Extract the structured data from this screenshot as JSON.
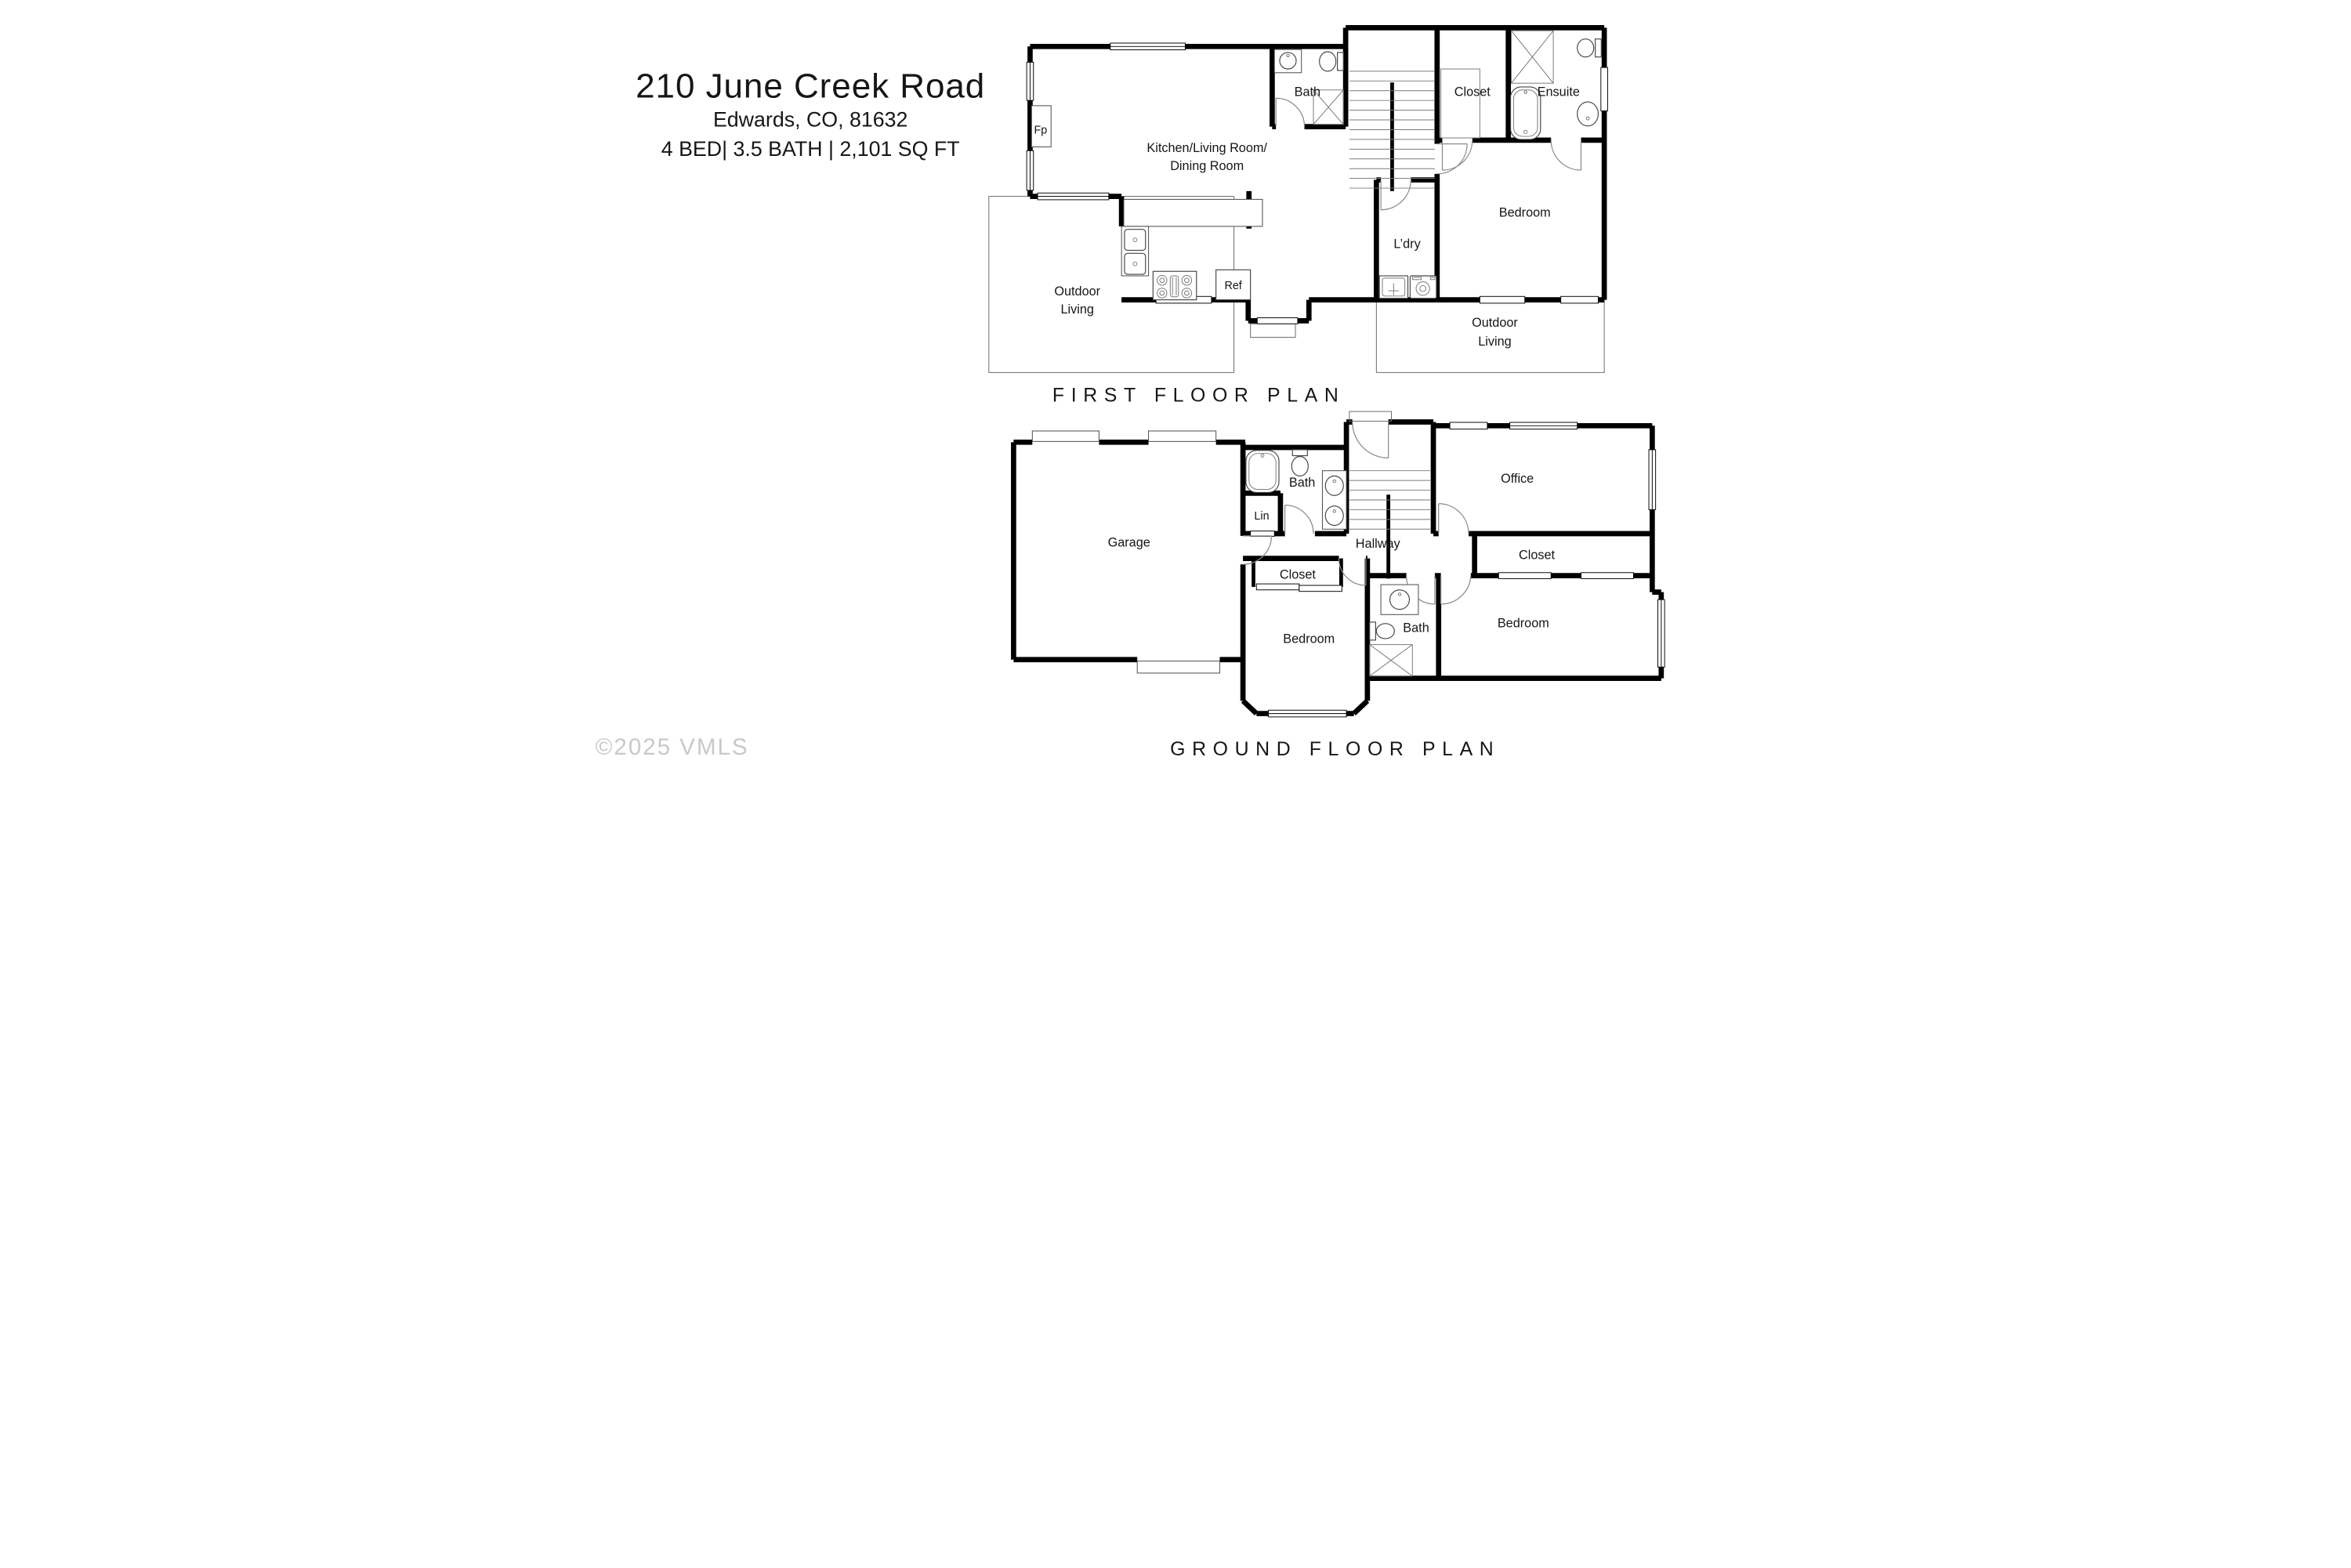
{
  "header": {
    "address": "210 June Creek Road",
    "city_line": "Edwards, CO, 81632",
    "specs_line": "4 BED| 3.5 BATH | 2,101 SQ FT"
  },
  "first_floor": {
    "caption": "FIRST FLOOR PLAN",
    "labels": {
      "bath": "Bath",
      "closet": "Closet",
      "ensuite": "Ensuite",
      "kitchen_line1": "Kitchen/Living Room/",
      "kitchen_line2": "Dining Room",
      "fireplace": "Fp",
      "bedroom": "Bedroom",
      "laundry": "L’dry",
      "fridge": "Ref",
      "outdoor_left_line1": "Outdoor",
      "outdoor_left_line2": "Living",
      "outdoor_right_line1": "Outdoor",
      "outdoor_right_line2": "Living"
    }
  },
  "ground_floor": {
    "caption": "GROUND FLOOR PLAN",
    "labels": {
      "garage": "Garage",
      "bath_main": "Bath",
      "linen": "Lin",
      "hallway": "Hallway",
      "office": "Office",
      "closet_right": "Closet",
      "closet_left": "Closet",
      "bedroom_left": "Bedroom",
      "bedroom_right": "Bedroom",
      "bath_small": "Bath"
    }
  },
  "watermark": "©2025 VMLS",
  "colors": {
    "walls": "#000000",
    "background": "#ffffff",
    "watermark_text": "#c9c9c9"
  }
}
